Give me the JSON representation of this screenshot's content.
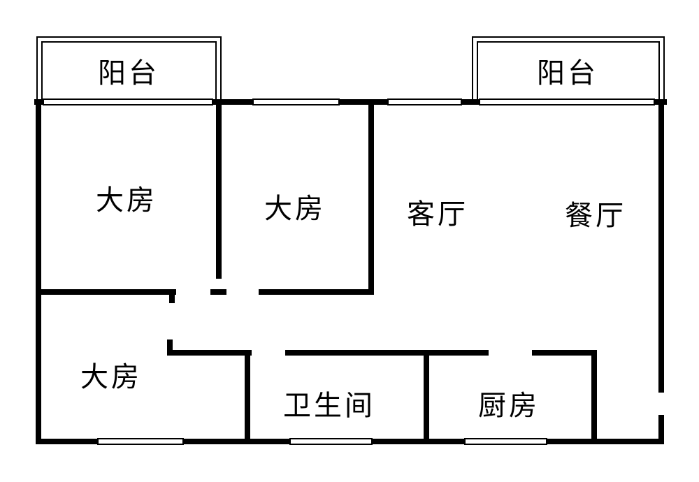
{
  "rooms": {
    "balcony_left": "阳台",
    "balcony_right": "阳台",
    "bedroom_1": "大房",
    "bedroom_2": "大房",
    "bedroom_3": "大房",
    "living_room": "客厅",
    "dining_room": "餐厅",
    "bathroom": "卫生间",
    "kitchen": "厨房"
  },
  "colors": {
    "wall": "#000000",
    "background": "#ffffff",
    "window": "#ffffff"
  }
}
